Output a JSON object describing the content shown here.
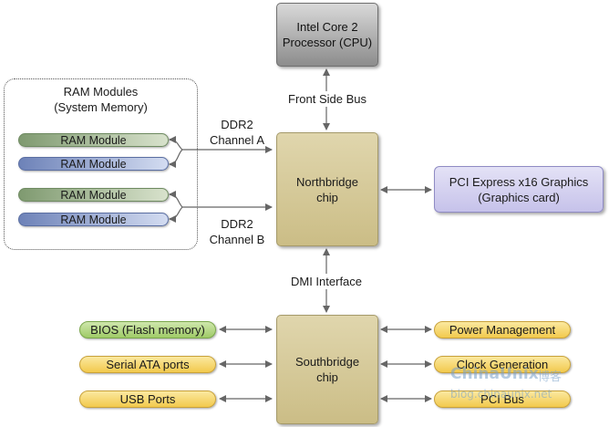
{
  "cpu": "Intel Core 2\nProcessor (CPU)",
  "fsb_label": "Front Side Bus",
  "ram_region_title": "RAM Modules\n(System Memory)",
  "ram_modules": [
    "RAM Module",
    "RAM Module",
    "RAM Module",
    "RAM Module"
  ],
  "channel_a": "DDR2\nChannel A",
  "channel_b": "DDR2\nChannel B",
  "northbridge": "Northbridge\nchip",
  "graphics": "PCI Express x16 Graphics\n(Graphics card)",
  "dmi_label": "DMI Interface",
  "southbridge": "Southbridge\nchip",
  "left_peripherals": [
    "BIOS (Flash memory)",
    "Serial ATA ports",
    "USB Ports"
  ],
  "right_peripherals": [
    "Power Management",
    "Clock Generation",
    "PCI Bus"
  ],
  "watermark_brand": "ChinaUnix",
  "watermark_cn": "博客",
  "watermark_url": "blog.chinaunix.net",
  "colors": {
    "cpu": "#a6a6a6",
    "chip": "#d6cb9a",
    "graphics": "#d4d1f0",
    "ram_green": "#8fa882",
    "ram_blue": "#7f93c6",
    "peripheral_green": "#b2d788",
    "peripheral_yellow": "#f6d66a",
    "arrow": "#666666"
  }
}
